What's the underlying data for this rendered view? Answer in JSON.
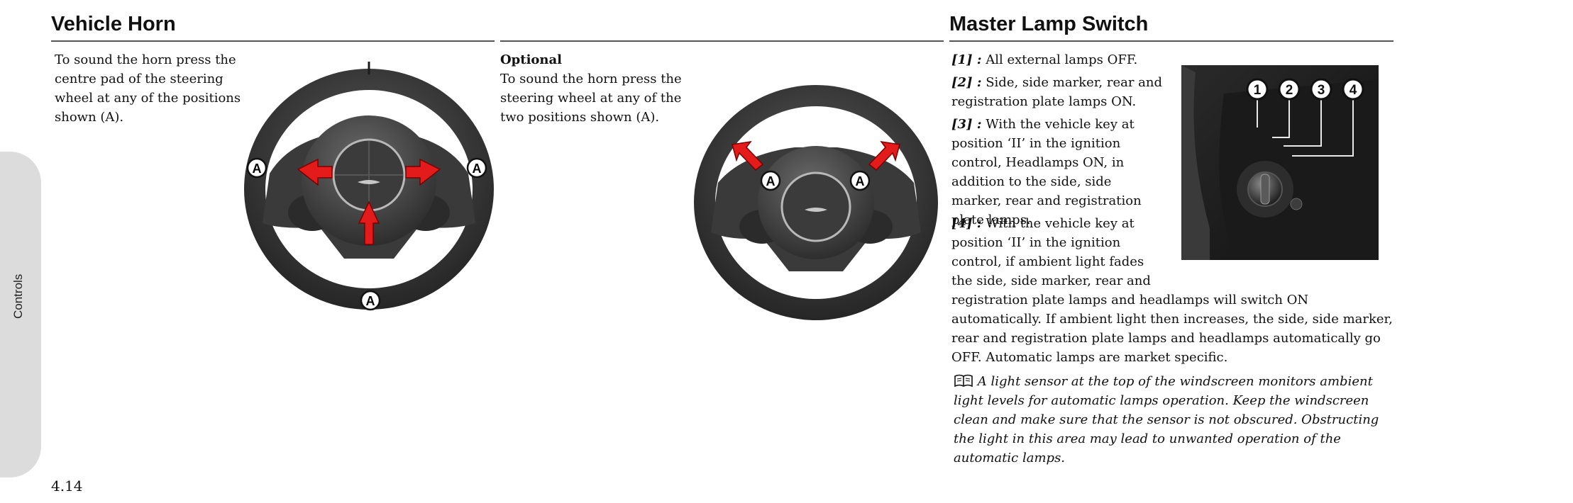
{
  "side_tab": {
    "label": "Controls"
  },
  "vehicle_horn": {
    "title": "Vehicle Horn",
    "body": "To sound the horn press the centre pad of the steering wheel at any of the positions shown (A).",
    "optional_label": "Optional",
    "optional_body": "To sound the horn press the steering wheel at any of the two positions shown (A).",
    "callout": "A"
  },
  "master_lamp_switch": {
    "title": "Master Lamp Switch",
    "items": [
      {
        "label": "[1] :",
        "text": "All external lamps OFF."
      },
      {
        "label": "[2] :",
        "text": "Side, side marker, rear and registration plate lamps ON."
      },
      {
        "label": "[3] :",
        "text": "With the vehicle key at position ‘II’ in the ignition control, Headlamps ON, in addition to the side, side marker, rear and registration plate lamps."
      },
      {
        "label": "[4] :",
        "text": "With the vehicle key at position ‘II’ in the ignition control, if ambient light fades the side, side marker, rear and registration plate lamps and headlamps will switch ON automatically. If ambient light then increases, the side, side marker, rear and registration plate lamps and headlamps automatically go OFF. Automatic lamps are market specific."
      }
    ],
    "note": "A light sensor at the top of the windscreen monitors ambient light levels for automatic lamps operation. Keep the windscreen clean and make sure that the sensor is not obscured. Obstructing the light in this area may lead to unwanted operation of the automatic lamps.",
    "switch_positions": [
      "1",
      "2",
      "3",
      "4"
    ]
  },
  "page_number": "4.14"
}
